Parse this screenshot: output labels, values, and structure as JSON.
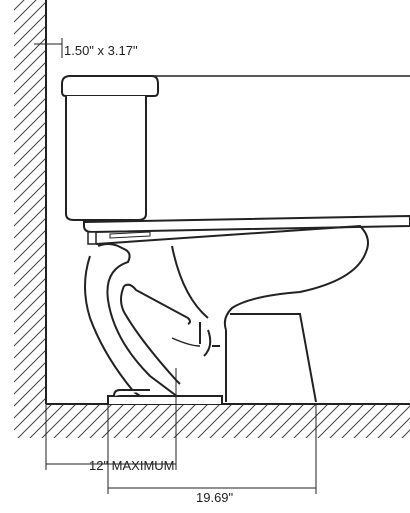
{
  "diagram": {
    "dimensions": {
      "supply_line": "1.50\" x 3.17\"",
      "rough_in": "12\" MAXIMUM",
      "depth": "19.69\""
    },
    "colors": {
      "line": "#222222",
      "background": "#ffffff",
      "hatch": "#444444"
    }
  }
}
